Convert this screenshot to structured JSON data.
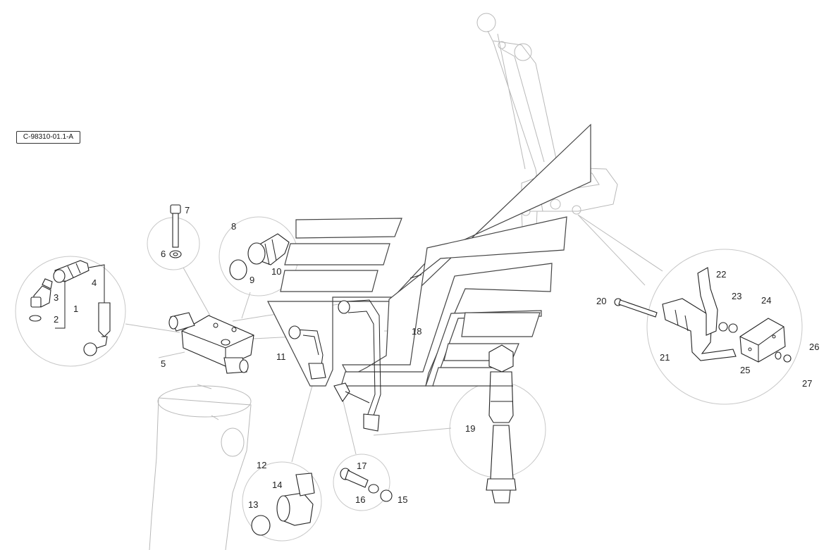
{
  "drawing": {
    "reference_code": "C-98310-01.1-A",
    "callouts": [
      "1",
      "2",
      "3",
      "4",
      "5",
      "6",
      "7",
      "8",
      "9",
      "10",
      "11",
      "12",
      "13",
      "14",
      "15",
      "16",
      "17",
      "18",
      "19",
      "20",
      "21",
      "22",
      "23",
      "24",
      "25",
      "26",
      "27"
    ]
  }
}
